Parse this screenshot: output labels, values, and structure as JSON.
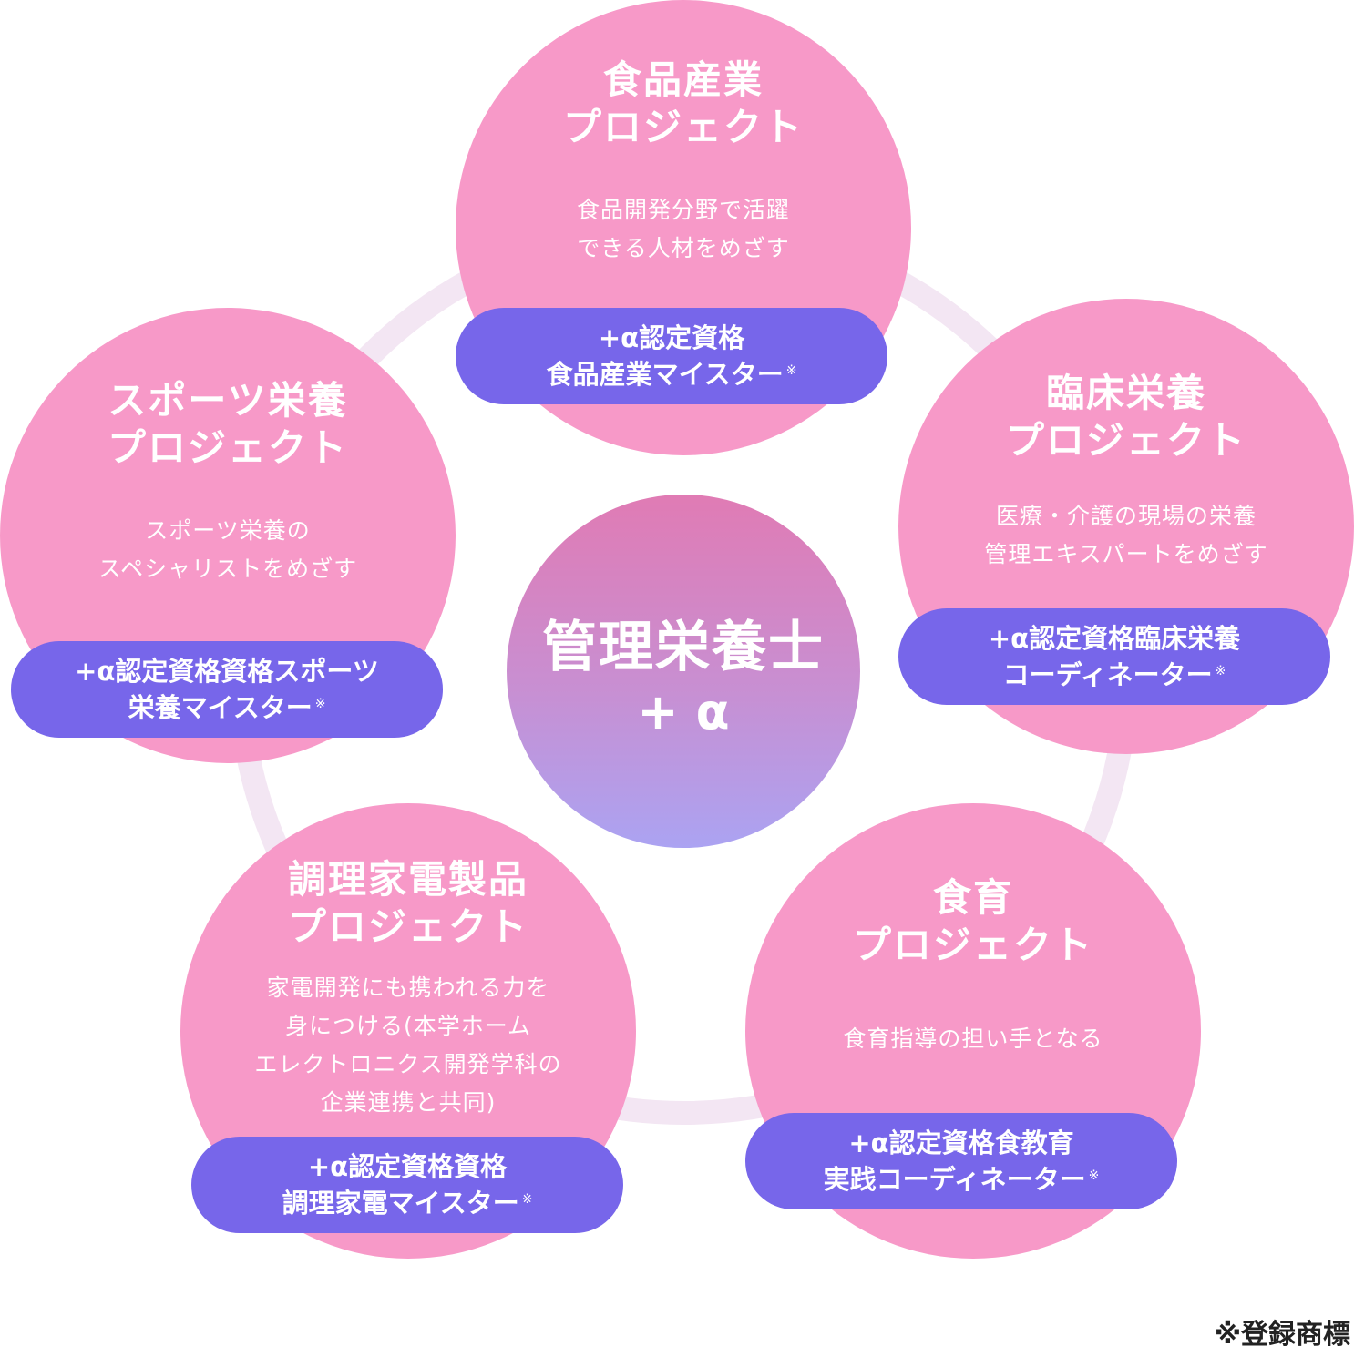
{
  "center": {
    "line1": "管理栄養士",
    "line2": "+ α"
  },
  "projects": [
    {
      "key": "food-industry",
      "title": [
        "食品産業",
        "プロジェクト"
      ],
      "desc": [
        "食品開発分野で活躍",
        "できる人材をめざす"
      ],
      "badge": [
        "+α認定資格",
        "食品産業マイスター"
      ]
    },
    {
      "key": "clinical",
      "title": [
        "臨床栄養",
        "プロジェクト"
      ],
      "desc": [
        "医療・介護の現場の栄養",
        "管理エキスパートをめざす"
      ],
      "badge": [
        "+α認定資格臨床栄養",
        "コーディネーター"
      ]
    },
    {
      "key": "shokuiku",
      "title": [
        "食育",
        "プロジェクト"
      ],
      "desc": [
        "食育指導の担い手となる"
      ],
      "badge": [
        "+α認定資格食教育",
        "実践コーディネーター"
      ]
    },
    {
      "key": "appliance",
      "title": [
        "調理家電製品",
        "プロジェクト"
      ],
      "desc": [
        "家電開発にも携われる力を",
        "身につける(本学ホーム",
        "エレクトロニクス開発学科の",
        "企業連携と共同)"
      ],
      "badge": [
        "+α認定資格資格",
        "調理家電マイスター"
      ]
    },
    {
      "key": "sports",
      "title": [
        "スポーツ栄養",
        "プロジェクト"
      ],
      "desc": [
        "スポーツ栄養の",
        "スペシャリストをめざす"
      ],
      "badge": [
        "+α認定資格資格スポーツ",
        "栄養マイスター"
      ]
    }
  ],
  "badge_mark": "※",
  "trademark_note": "※登録商標",
  "colors": {
    "project_circle": "#f799c8",
    "badge": "#7766ea",
    "ring": "#f3e6f3",
    "center_top": "#e07bb4",
    "center_bottom": "#aba3f2"
  }
}
